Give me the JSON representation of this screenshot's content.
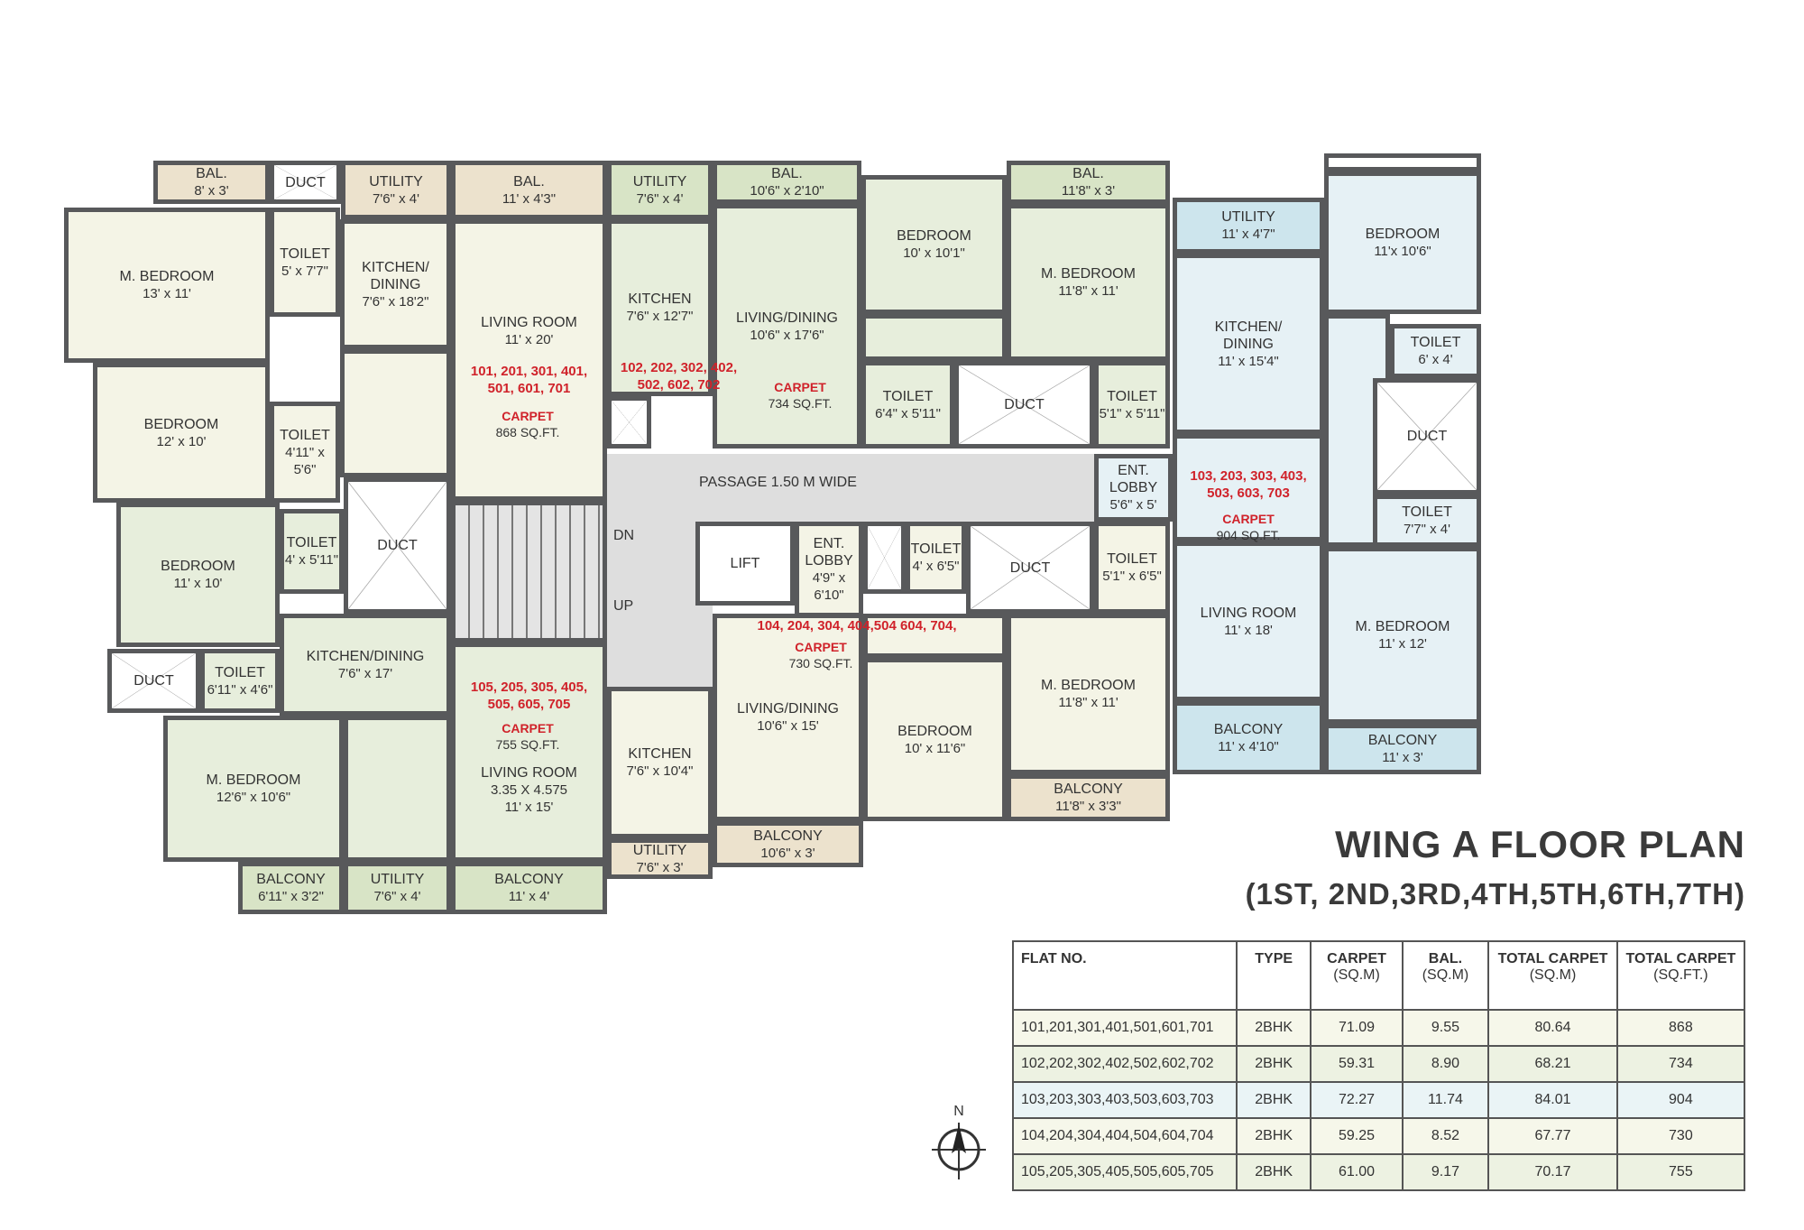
{
  "title": "WING A FLOOR PLAN",
  "subtitle": "(1ST, 2ND,3RD,4TH,5TH,6TH,7TH)",
  "compass_label": "N",
  "common": {
    "passage": "PASSAGE 1.50 M WIDE",
    "lift": "LIFT",
    "dn": "DN",
    "up": "UP",
    "duct": "DUCT"
  },
  "f101": {
    "units": "101, 201, 301, 401,\n501, 601, 701",
    "carpet_label": "CARPET",
    "carpet_area": "868 SQ.FT.",
    "bal": {
      "name": "BAL.",
      "size": "8' x 3'"
    },
    "utility": {
      "name": "UTILITY",
      "size": "7'6\" x 4'"
    },
    "bal2": {
      "name": "BAL.",
      "size": "11' x 4'3\""
    },
    "mbed": {
      "name": "M. BEDROOM",
      "size": "13' x 11'"
    },
    "toilet1": {
      "name": "TOILET",
      "size": "5' x 7'7\""
    },
    "kitchen": {
      "name": "KITCHEN/\nDINING",
      "size": "7'6\" x 18'2\""
    },
    "living": {
      "name": "LIVING ROOM",
      "size": "11' x 20'"
    },
    "bed": {
      "name": "BEDROOM",
      "size": "12' x 10'"
    },
    "toilet2": {
      "name": "TOILET",
      "size": "4'11\" x 5'6\""
    }
  },
  "f102": {
    "units": "102, 202, 302, 402,\n502, 602, 702",
    "carpet_label": "CARPET",
    "carpet_area": "734 SQ.FT.",
    "utility": {
      "name": "UTILITY",
      "size": "7'6\" x 4'"
    },
    "bal": {
      "name": "BAL.",
      "size": "10'6\" x 2'10\""
    },
    "kitchen": {
      "name": "KITCHEN",
      "size": "7'6\" x 12'7\""
    },
    "living": {
      "name": "LIVING/DINING",
      "size": "10'6\" x 17'6\""
    },
    "bed": {
      "name": "BEDROOM",
      "size": "10' x 10'1\""
    },
    "bal2": {
      "name": "BAL.",
      "size": "11'8\" x 3'"
    },
    "mbed": {
      "name": "M. BEDROOM",
      "size": "11'8\" x 11'"
    },
    "toilet1": {
      "name": "TOILET",
      "size": "6'4\" x 5'11\""
    },
    "toilet2": {
      "name": "TOILET",
      "size": "5'1\" x 5'11\""
    }
  },
  "f103": {
    "units": "103, 203, 303, 403,\n503, 603, 703",
    "carpet_label": "CARPET",
    "carpet_area": "904 SQ.FT.",
    "entlobby": {
      "name": "ENT. LOBBY",
      "size": "5'6\" x 5'"
    },
    "utility": {
      "name": "UTILITY",
      "size": "11' x 4'7\""
    },
    "kitchen": {
      "name": "KITCHEN/\nDINING",
      "size": "11' x 15'4\""
    },
    "living": {
      "name": "LIVING ROOM",
      "size": "11' x 18'"
    },
    "bed": {
      "name": "BEDROOM",
      "size": "11'x 10'6\""
    },
    "toilet1": {
      "name": "TOILET",
      "size": "6' x 4'"
    },
    "toilet2": {
      "name": "TOILET",
      "size": "7'7\" x 4'"
    },
    "mbed": {
      "name": "M. BEDROOM",
      "size": "11' x 12'"
    },
    "balcony1": {
      "name": "BALCONY",
      "size": "11' x 4'10\""
    },
    "balcony2": {
      "name": "BALCONY",
      "size": "11' x 3'"
    }
  },
  "f104": {
    "units": "104, 204, 304, 404,504 604, 704,",
    "carpet_label": "CARPET",
    "carpet_area": "730 SQ.FT.",
    "entlobby": {
      "name": "ENT.\nLOBBY",
      "size": "4'9\" x 6'10\""
    },
    "toilet1": {
      "name": "TOILET",
      "size": "4' x 6'5\""
    },
    "toilet2": {
      "name": "TOILET",
      "size": "5'1\" x 6'5\""
    },
    "living": {
      "name": "LIVING/DINING",
      "size": "10'6\" x 15'"
    },
    "kitchen": {
      "name": "KITCHEN",
      "size": "7'6\" x 10'4\""
    },
    "utility": {
      "name": "UTILITY",
      "size": "7'6\" x 3'"
    },
    "balcony1": {
      "name": "BALCONY",
      "size": "10'6\" x 3'"
    },
    "bed": {
      "name": "BEDROOM",
      "size": "10' x 11'6\""
    },
    "mbed": {
      "name": "M. BEDROOM",
      "size": "11'8\" x 11'"
    },
    "balcony2": {
      "name": "BALCONY",
      "size": "11'8\" x 3'3\""
    }
  },
  "f105": {
    "units": "105, 205, 305, 405,\n505, 605, 705",
    "carpet_label": "CARPET",
    "carpet_area": "755 SQ.FT.",
    "bed": {
      "name": "BEDROOM",
      "size": "11' x 10'"
    },
    "toilet1": {
      "name": "TOILET",
      "size": "4' x 5'11\""
    },
    "toilet2": {
      "name": "TOILET",
      "size": "6'11\" x 4'6\""
    },
    "kitchen": {
      "name": "KITCHEN/DINING",
      "size": "7'6\" x 17'"
    },
    "living": {
      "name": "LIVING ROOM",
      "size": "3.35 X 4.575\n11' x 15'"
    },
    "mbed": {
      "name": "M. BEDROOM",
      "size": "12'6\" x 10'6\""
    },
    "balcony1": {
      "name": "BALCONY",
      "size": "6'11\" x 3'2\""
    },
    "utility": {
      "name": "UTILITY",
      "size": "7'6\" x 4'"
    },
    "balcony2": {
      "name": "BALCONY",
      "size": "11' x 4'"
    }
  },
  "table": {
    "headers": [
      {
        "main": "FLAT NO.",
        "unit": ""
      },
      {
        "main": "TYPE",
        "unit": ""
      },
      {
        "main": "CARPET",
        "unit": "(SQ.M)"
      },
      {
        "main": "BAL.",
        "unit": "(SQ.M)"
      },
      {
        "main": "TOTAL CARPET",
        "unit": "(SQ.M)"
      },
      {
        "main": "TOTAL CARPET",
        "unit": "(SQ.FT.)"
      }
    ],
    "rows": [
      [
        "101,201,301,401,501,601,701",
        "2BHK",
        "71.09",
        "9.55",
        "80.64",
        "868"
      ],
      [
        "102,202,302,402,502,602,702",
        "2BHK",
        "59.31",
        "8.90",
        "68.21",
        "734"
      ],
      [
        "103,203,303,403,503,603,703",
        "2BHK",
        "72.27",
        "11.74",
        "84.01",
        "904"
      ],
      [
        "104,204,304,404,504,604,704",
        "2BHK",
        "59.25",
        "8.52",
        "67.77",
        "730"
      ],
      [
        "105,205,305,405,505,605,705",
        "2BHK",
        "61.00",
        "9.17",
        "70.17",
        "755"
      ]
    ]
  },
  "colors": {
    "flat_101": "#f4f4e6",
    "flat_102": "#e7eedc",
    "flat_103": "#e6f1f5",
    "flat_104": "#f4f4e6",
    "flat_105": "#e7eedc",
    "unit_text": "#d0222a",
    "walls": "#58595b"
  }
}
